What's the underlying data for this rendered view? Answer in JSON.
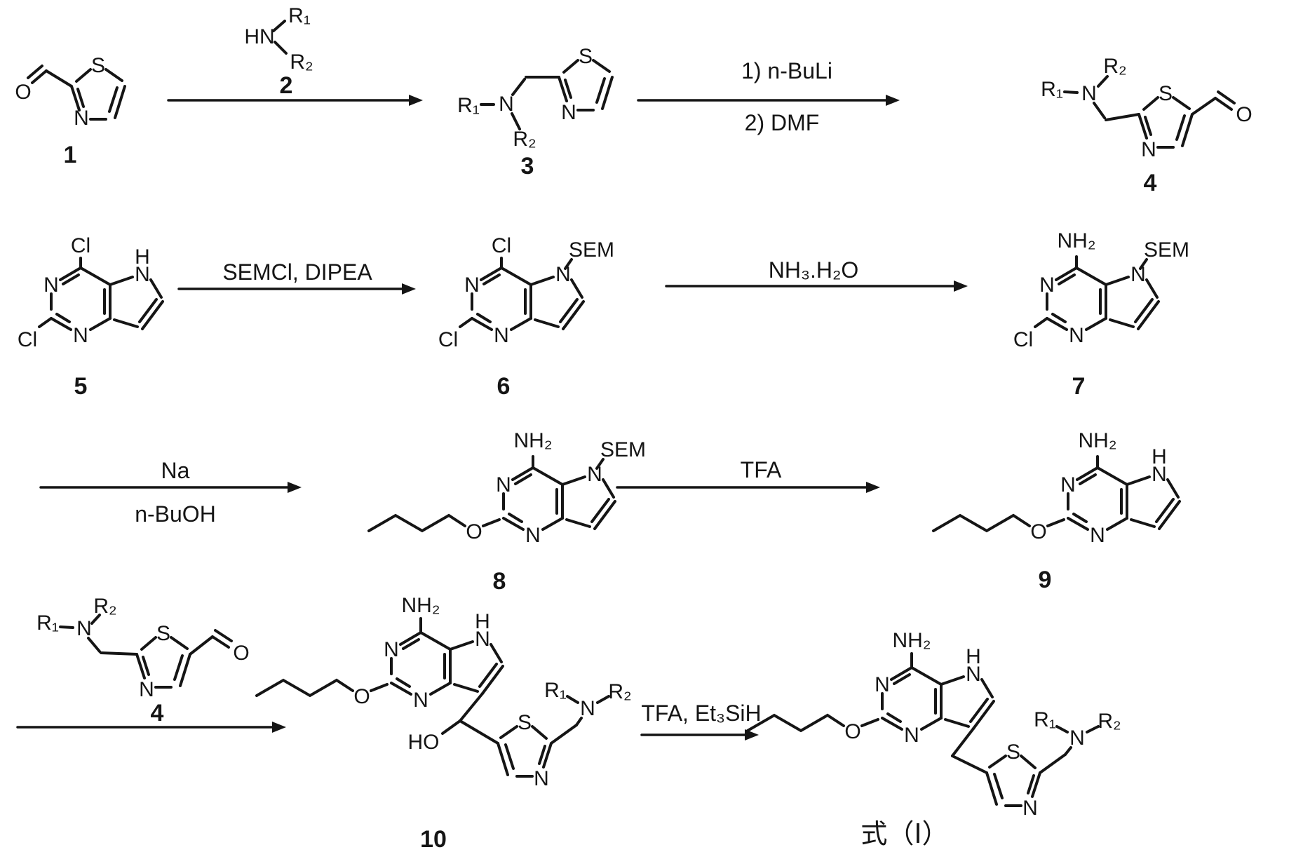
{
  "atoms": {
    "S": "S",
    "N": "N",
    "O": "O",
    "Cl": "Cl",
    "H": "H",
    "HN": "HN",
    "HO": "HO",
    "NH2": "NH₂",
    "SEM": "SEM",
    "R1": "R₁",
    "R2": "R₂"
  },
  "compound_numbers": {
    "c1": "1",
    "c2": "2",
    "c3": "3",
    "c4": "4",
    "c5": "5",
    "c6": "6",
    "c7": "7",
    "c8": "8",
    "c9": "9",
    "c10": "10",
    "formula": "式（Ⅰ）"
  },
  "reagents": {
    "step2_line1": "1) n-BuLi",
    "step2_line2": "2) DMF",
    "step3": "SEMCl, DIPEA",
    "step4": "NH₃.H₂O",
    "step5_line1": "Na",
    "step5_line2": "n-BuOH",
    "step6": "TFA",
    "step8": "TFA, Et₃SiH"
  },
  "colors": {
    "ink": "#151515",
    "background": "#ffffff"
  }
}
